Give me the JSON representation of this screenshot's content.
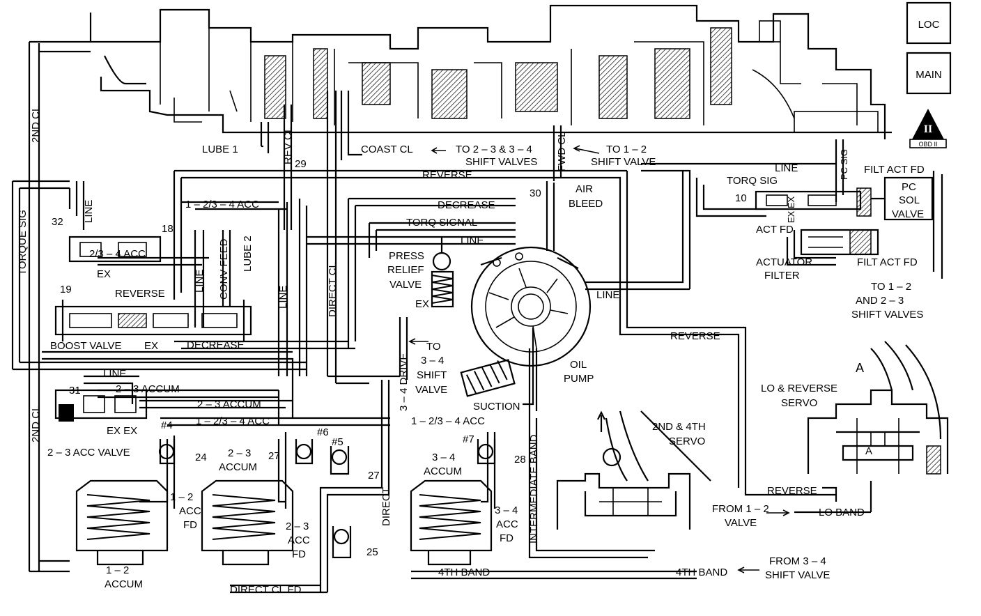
{
  "nav": {
    "loc": "LOC",
    "main": "MAIN",
    "obd": "OBD II",
    "obd_numeral": "II"
  },
  "labels": {
    "lube1": "LUBE 1",
    "rev_cl": "REV CL",
    "n29": "29",
    "coast_cl": "COAST CL",
    "to_23_34": "TO 2 – 3 & 3 – 4",
    "shift_valves": "SHIFT VALVES",
    "fwd_cl": "FWD CL",
    "to_12": "TO 1 – 2",
    "shift_valve": "SHIFT VALVE",
    "second_cl_top": "2ND CL",
    "second_cl_bottom": "2ND CL",
    "torque_sig": "TORQUE SIG",
    "reverse_top": "REVERSE",
    "n30": "30",
    "air": "AIR",
    "bleed": "BLEED",
    "line_tr": "LINE",
    "pc_sig": "PC SIG",
    "filt_act_fd_top": "FILT ACT FD",
    "torq_sig": "TORQ SIG",
    "n10": "10",
    "pc": "PC",
    "sol": "SOL",
    "valve": "VALVE",
    "ex_ex_right": "EX EX",
    "act_fd": "ACT FD",
    "actuator": "ACTUATOR",
    "filter": "FILTER",
    "filt_act_fd_bot": "FILT ACT FD",
    "to_12_right": "TO 1 – 2",
    "and_23": "AND 2 – 3",
    "shift_valves_right": "SHIFT VALVES",
    "n32": "32",
    "line_left": "LINE",
    "acc_1234": "1 – 2/3 – 4 ACC",
    "n18": "18",
    "acc_234": "2/3 – 4 ACC",
    "ex_1": "EX",
    "decrease_top": "DECREASE",
    "torq_signal": "TORQ SIGNAL",
    "line_mid": "LINE",
    "press": "PRESS",
    "relief": "RELIEF",
    "valve_press": "VALVE",
    "ex_press": "EX",
    "n19": "19",
    "reverse_left": "REVERSE",
    "line_vert": "LINE",
    "conv_feed": "CONV FEED",
    "lube2": "LUBE 2",
    "line_vert2": "LINE",
    "direct_cl": "DIRECT CL",
    "line_pump": "LINE",
    "reverse_right": "REVERSE",
    "boost_valve": "BOOST VALVE",
    "ex_boost": "EX",
    "decrease_bot": "DECREASE",
    "drive_34": "3 – 4 DRIVE",
    "to_34_a": "TO",
    "to_34_b": "3 – 4",
    "to_34_c": "SHIFT",
    "to_34_d": "VALVE",
    "oil": "OIL",
    "pump": "PUMP",
    "suction": "SUCTION",
    "lo_rev_servo_a": "LO & REVERSE",
    "lo_rev_servo_b": "SERVO",
    "n31": "31",
    "line_low": "LINE",
    "accum_23_a": "2 – 3 ACCUM",
    "accum_23_b": "2 – 3 ACCUM",
    "acc_1234_low": "1 – 2/3 – 4 ACC",
    "acc_1234_mid": "1 – 2/3 – 4 ACC",
    "ex_ex_low": "EX EX",
    "acc_valve_23": "2 – 3 ACC VALVE",
    "c4": "#4",
    "n24": "24",
    "accum_23_label_a": "2 – 3",
    "accum_23_label_b": "ACCUM",
    "n27a": "27",
    "c6": "#6",
    "c5": "#5",
    "c7": "#7",
    "accum_34_a": "3 – 4",
    "accum_34_b": "ACCUM",
    "n28": "28",
    "intermediate_band": "INTERMEDIATE BAND",
    "servo_24_a": "2ND & 4TH",
    "servo_24_b": "SERVO",
    "n27b": "27",
    "direct": "DIRECT",
    "reverse_bot": "REVERSE",
    "from_12_a": "FROM 1 – 2",
    "from_12_b": "VALVE",
    "lo_band": "LO BAND",
    "acc_12_fd_a": "1 – 2",
    "acc_12_fd_b": "ACC",
    "acc_12_fd_c": "FD",
    "acc_23_fd_a": "2 – 3",
    "acc_23_fd_b": "ACC",
    "acc_23_fd_c": "FD",
    "acc_34_fd_a": "3 – 4",
    "acc_34_fd_b": "ACC",
    "acc_34_fd_c": "FD",
    "accum_12_a": "1 – 2",
    "accum_12_b": "ACCUM",
    "n25": "25",
    "fourth_band_l": "4TH BAND",
    "fourth_band_r": "4TH BAND",
    "from_34_a": "FROM 3 – 4",
    "from_34_b": "SHIFT VALVE",
    "direct_cl_fd": "DIRECT CL FD",
    "a_servo": "A",
    "a_big": "A"
  }
}
